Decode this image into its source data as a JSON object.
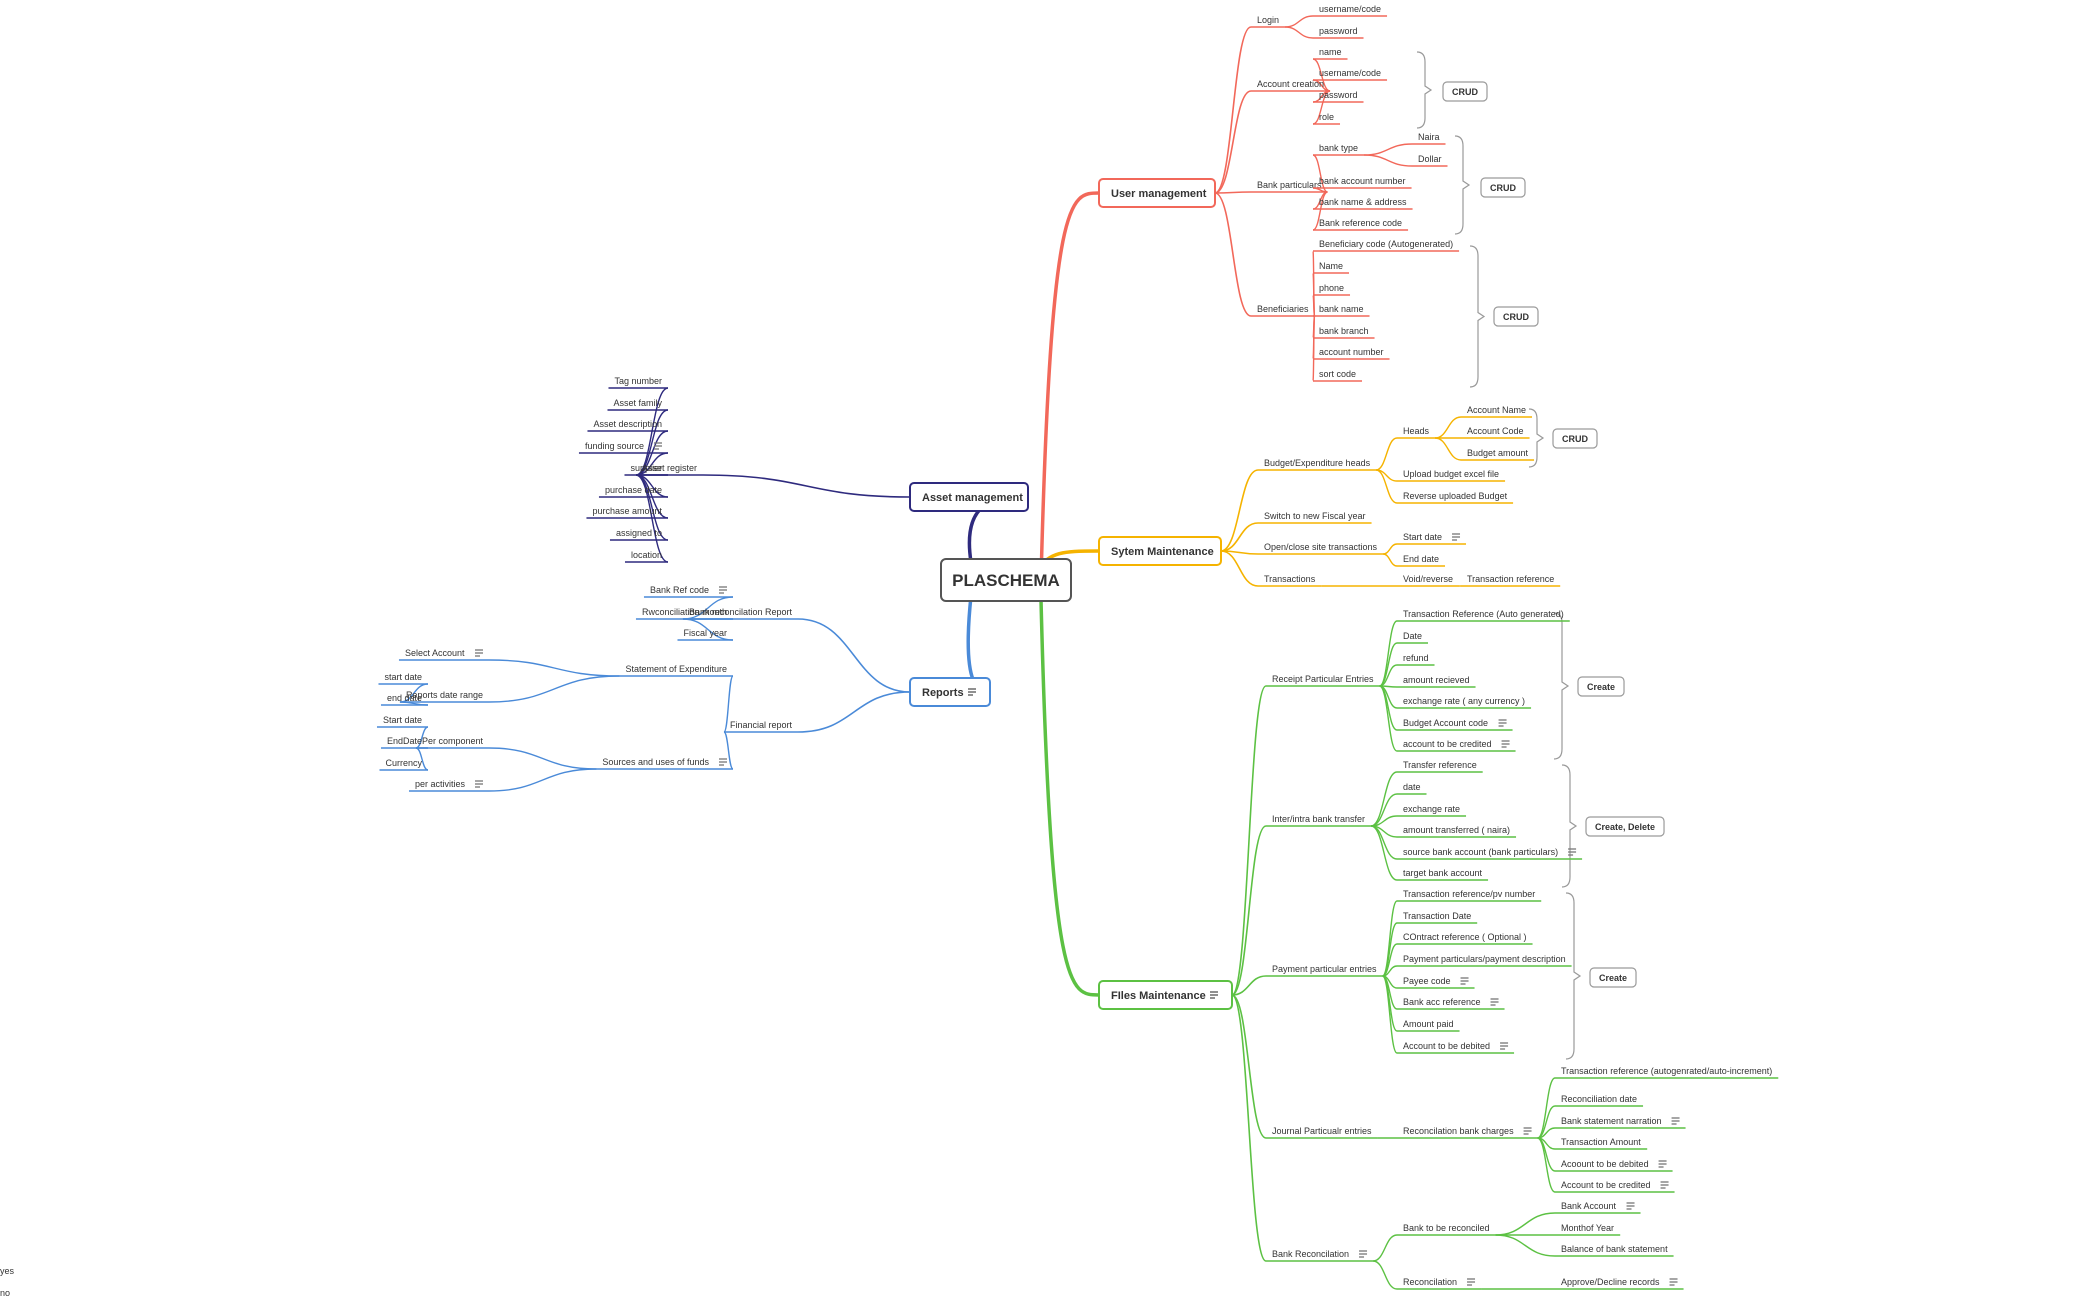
{
  "root": {
    "label": "PLASCHEMA",
    "color": "#555555"
  },
  "branches": [
    {
      "label": "User management",
      "color": "#f2685a",
      "has_note": false,
      "children": [
        {
          "label": "Login",
          "children": [
            {
              "label": "username/code"
            },
            {
              "label": "password"
            }
          ]
        },
        {
          "label": "Account creation",
          "children": [
            {
              "label": "name"
            },
            {
              "label": "username/code"
            },
            {
              "label": "password"
            },
            {
              "label": "role"
            }
          ]
        },
        {
          "label": "Bank particulars",
          "children": [
            {
              "label": "bank type",
              "children": [
                {
                  "label": "Naira"
                },
                {
                  "label": "Dollar"
                }
              ]
            },
            {
              "label": "bank account number"
            },
            {
              "label": "bank name & address"
            },
            {
              "label": "Bank reference code"
            }
          ]
        },
        {
          "label": "Beneficiaries",
          "children": [
            {
              "label": "Beneficiary code (Autogenerated)"
            },
            {
              "label": "Name"
            },
            {
              "label": "phone"
            },
            {
              "label": "bank name"
            },
            {
              "label": "bank branch"
            },
            {
              "label": "account number"
            },
            {
              "label": "sort code"
            }
          ]
        }
      ]
    },
    {
      "label": "Sytem Maintenance",
      "color": "#f5b300",
      "has_note": false,
      "children": [
        {
          "label": "Budget/Expenditure heads",
          "children": [
            {
              "label": "Heads",
              "children": [
                {
                  "label": "Account Name"
                },
                {
                  "label": "Account Code"
                },
                {
                  "label": "Budget amount"
                }
              ]
            },
            {
              "label": "Upload budget excel file"
            },
            {
              "label": "Reverse uploaded Budget"
            }
          ]
        },
        {
          "label": "Switch to new Fiscal year"
        },
        {
          "label": "Open/close site transactions",
          "children": [
            {
              "label": "Start date",
              "note": true
            },
            {
              "label": "End date"
            }
          ]
        },
        {
          "label": "Transactions",
          "children": [
            {
              "label": "Void/reverse",
              "children": [
                {
                  "label": "Transaction reference"
                }
              ]
            }
          ]
        }
      ]
    },
    {
      "label": "FIles Maintenance",
      "color": "#5cc143",
      "has_note": true,
      "children": [
        {
          "label": "Receipt Particular Entries",
          "children": [
            {
              "label": "Transaction Reference (Auto generated)"
            },
            {
              "label": "Date"
            },
            {
              "label": "refund"
            },
            {
              "label": "amount recieved"
            },
            {
              "label": "exchange rate ( any currency )"
            },
            {
              "label": "Budget Account code",
              "note": true
            },
            {
              "label": "account to be credited",
              "note": true
            }
          ]
        },
        {
          "label": "Inter/intra bank transfer",
          "children": [
            {
              "label": "Transfer reference"
            },
            {
              "label": "date"
            },
            {
              "label": "exchange rate"
            },
            {
              "label": "amount transferred ( naira)"
            },
            {
              "label": "source bank account (bank particulars)",
              "note": true
            },
            {
              "label": "target bank account"
            }
          ]
        },
        {
          "label": "Payment particular entries",
          "children": [
            {
              "label": "Transaction reference/pv number"
            },
            {
              "label": "Transaction Date"
            },
            {
              "label": "COntract reference ( Optional )"
            },
            {
              "label": "Payment particulars/payment description"
            },
            {
              "label": "Payee code",
              "note": true
            },
            {
              "label": "Bank acc reference",
              "note": true
            },
            {
              "label": "Amount paid"
            },
            {
              "label": "Account to be debited",
              "note": true
            }
          ]
        },
        {
          "label": "Journal Particualr entries",
          "children": [
            {
              "label": "Reconcilation bank charges",
              "note": true,
              "children": [
                {
                  "label": "Transaction reference (autogenrated/auto-increment)"
                },
                {
                  "label": "Reconciliation date"
                },
                {
                  "label": "Bank statement narration",
                  "note": true
                },
                {
                  "label": "Transaction Amount"
                },
                {
                  "label": "Acoount to be debited",
                  "note": true
                },
                {
                  "label": "Account to be credited",
                  "note": true
                }
              ]
            }
          ]
        },
        {
          "label": "Bank Reconcilation",
          "note": true,
          "children": [
            {
              "label": "Bank to be reconciled",
              "children": [
                {
                  "label": "Bank Account",
                  "note": true
                },
                {
                  "label": "Monthof Year"
                },
                {
                  "label": "Balance of bank statement"
                }
              ]
            },
            {
              "label": "Reconcilation",
              "note": true,
              "children": [
                {
                  "label": "Approve/Decline records",
                  "note": true,
                  "children": [
                    {
                      "label": "yes"
                    },
                    {
                      "label": "no"
                    }
                  ]
                }
              ]
            }
          ]
        }
      ]
    },
    {
      "label": "Asset management",
      "color": "#2e2a7e",
      "has_note": false,
      "children": [
        {
          "label": "Asset register",
          "children": [
            {
              "label": "Tag number"
            },
            {
              "label": "Asset family"
            },
            {
              "label": "Asset description"
            },
            {
              "label": "funding source",
              "note": true
            },
            {
              "label": "supplier"
            },
            {
              "label": "purchase date"
            },
            {
              "label": "purchase amount"
            },
            {
              "label": "assigned to"
            },
            {
              "label": "location"
            }
          ]
        }
      ]
    },
    {
      "label": "Reports",
      "color": "#4a8ad8",
      "has_note": true,
      "children": [
        {
          "label": "Bank reconcilation Report",
          "children": [
            {
              "label": "Bank Ref code",
              "note": true
            },
            {
              "label": "Rwconciliation month"
            },
            {
              "label": "Fiscal year"
            }
          ]
        },
        {
          "label": "Financial report",
          "children": [
            {
              "label": "Statement of Expenditure",
              "children": [
                {
                  "label": "Select Account",
                  "note": true
                },
                {
                  "label": "Reports date range",
                  "children": [
                    {
                      "label": "start date"
                    },
                    {
                      "label": "end date"
                    }
                  ]
                }
              ]
            },
            {
              "label": "Sources and uses of funds",
              "note": true,
              "children": [
                {
                  "label": "Per component",
                  "children": [
                    {
                      "label": "Start date"
                    },
                    {
                      "label": "EndDate"
                    },
                    {
                      "label": "Currency"
                    }
                  ]
                },
                {
                  "label": "per activities",
                  "note": true
                }
              ]
            }
          ]
        }
      ]
    }
  ],
  "summaries": [
    {
      "label": "CRUD"
    },
    {
      "label": "CRUD"
    },
    {
      "label": "CRUD"
    },
    {
      "label": "CRUD"
    },
    {
      "label": "Create"
    },
    {
      "label": "Create, Delete"
    },
    {
      "label": "Create"
    }
  ]
}
